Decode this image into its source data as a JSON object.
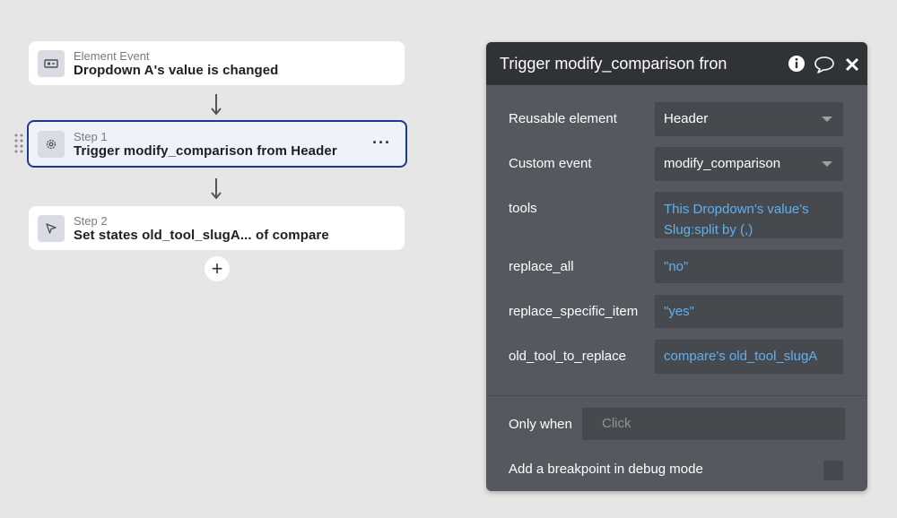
{
  "workflow": {
    "event_card": {
      "subtitle": "Element Event",
      "title": "Dropdown A's value is changed"
    },
    "step1_card": {
      "subtitle": "Step 1",
      "title": "Trigger modify_comparison from Header",
      "more": "···"
    },
    "step2_card": {
      "subtitle": "Step 2",
      "title": "Set states old_tool_slugA... of compare"
    },
    "add_step": "+"
  },
  "panel": {
    "title": "Trigger modify_comparison fron",
    "rows": [
      {
        "label": "Reusable element",
        "value": "Header"
      },
      {
        "label": "Custom event",
        "value": "modify_comparison"
      },
      {
        "label": "tools",
        "value_line1": "This Dropdown's value's",
        "value_line2": "Slug:split by (,)"
      },
      {
        "label": "replace_all",
        "value": "\"no\""
      },
      {
        "label": "replace_specific_item",
        "value": "\"yes\""
      },
      {
        "label": "old_tool_to_replace",
        "value": "compare's old_tool_slugA"
      }
    ],
    "only_when": {
      "label": "Only when",
      "placeholder": "Click"
    },
    "breakpoint": {
      "label": "Add a breakpoint in debug mode",
      "checked": false
    }
  },
  "colors": {
    "selected_border": "#1b3a8f",
    "dynamic_text": "#5fb0ef",
    "panel_bg": "#55595f",
    "panel_header": "#2f3336"
  }
}
